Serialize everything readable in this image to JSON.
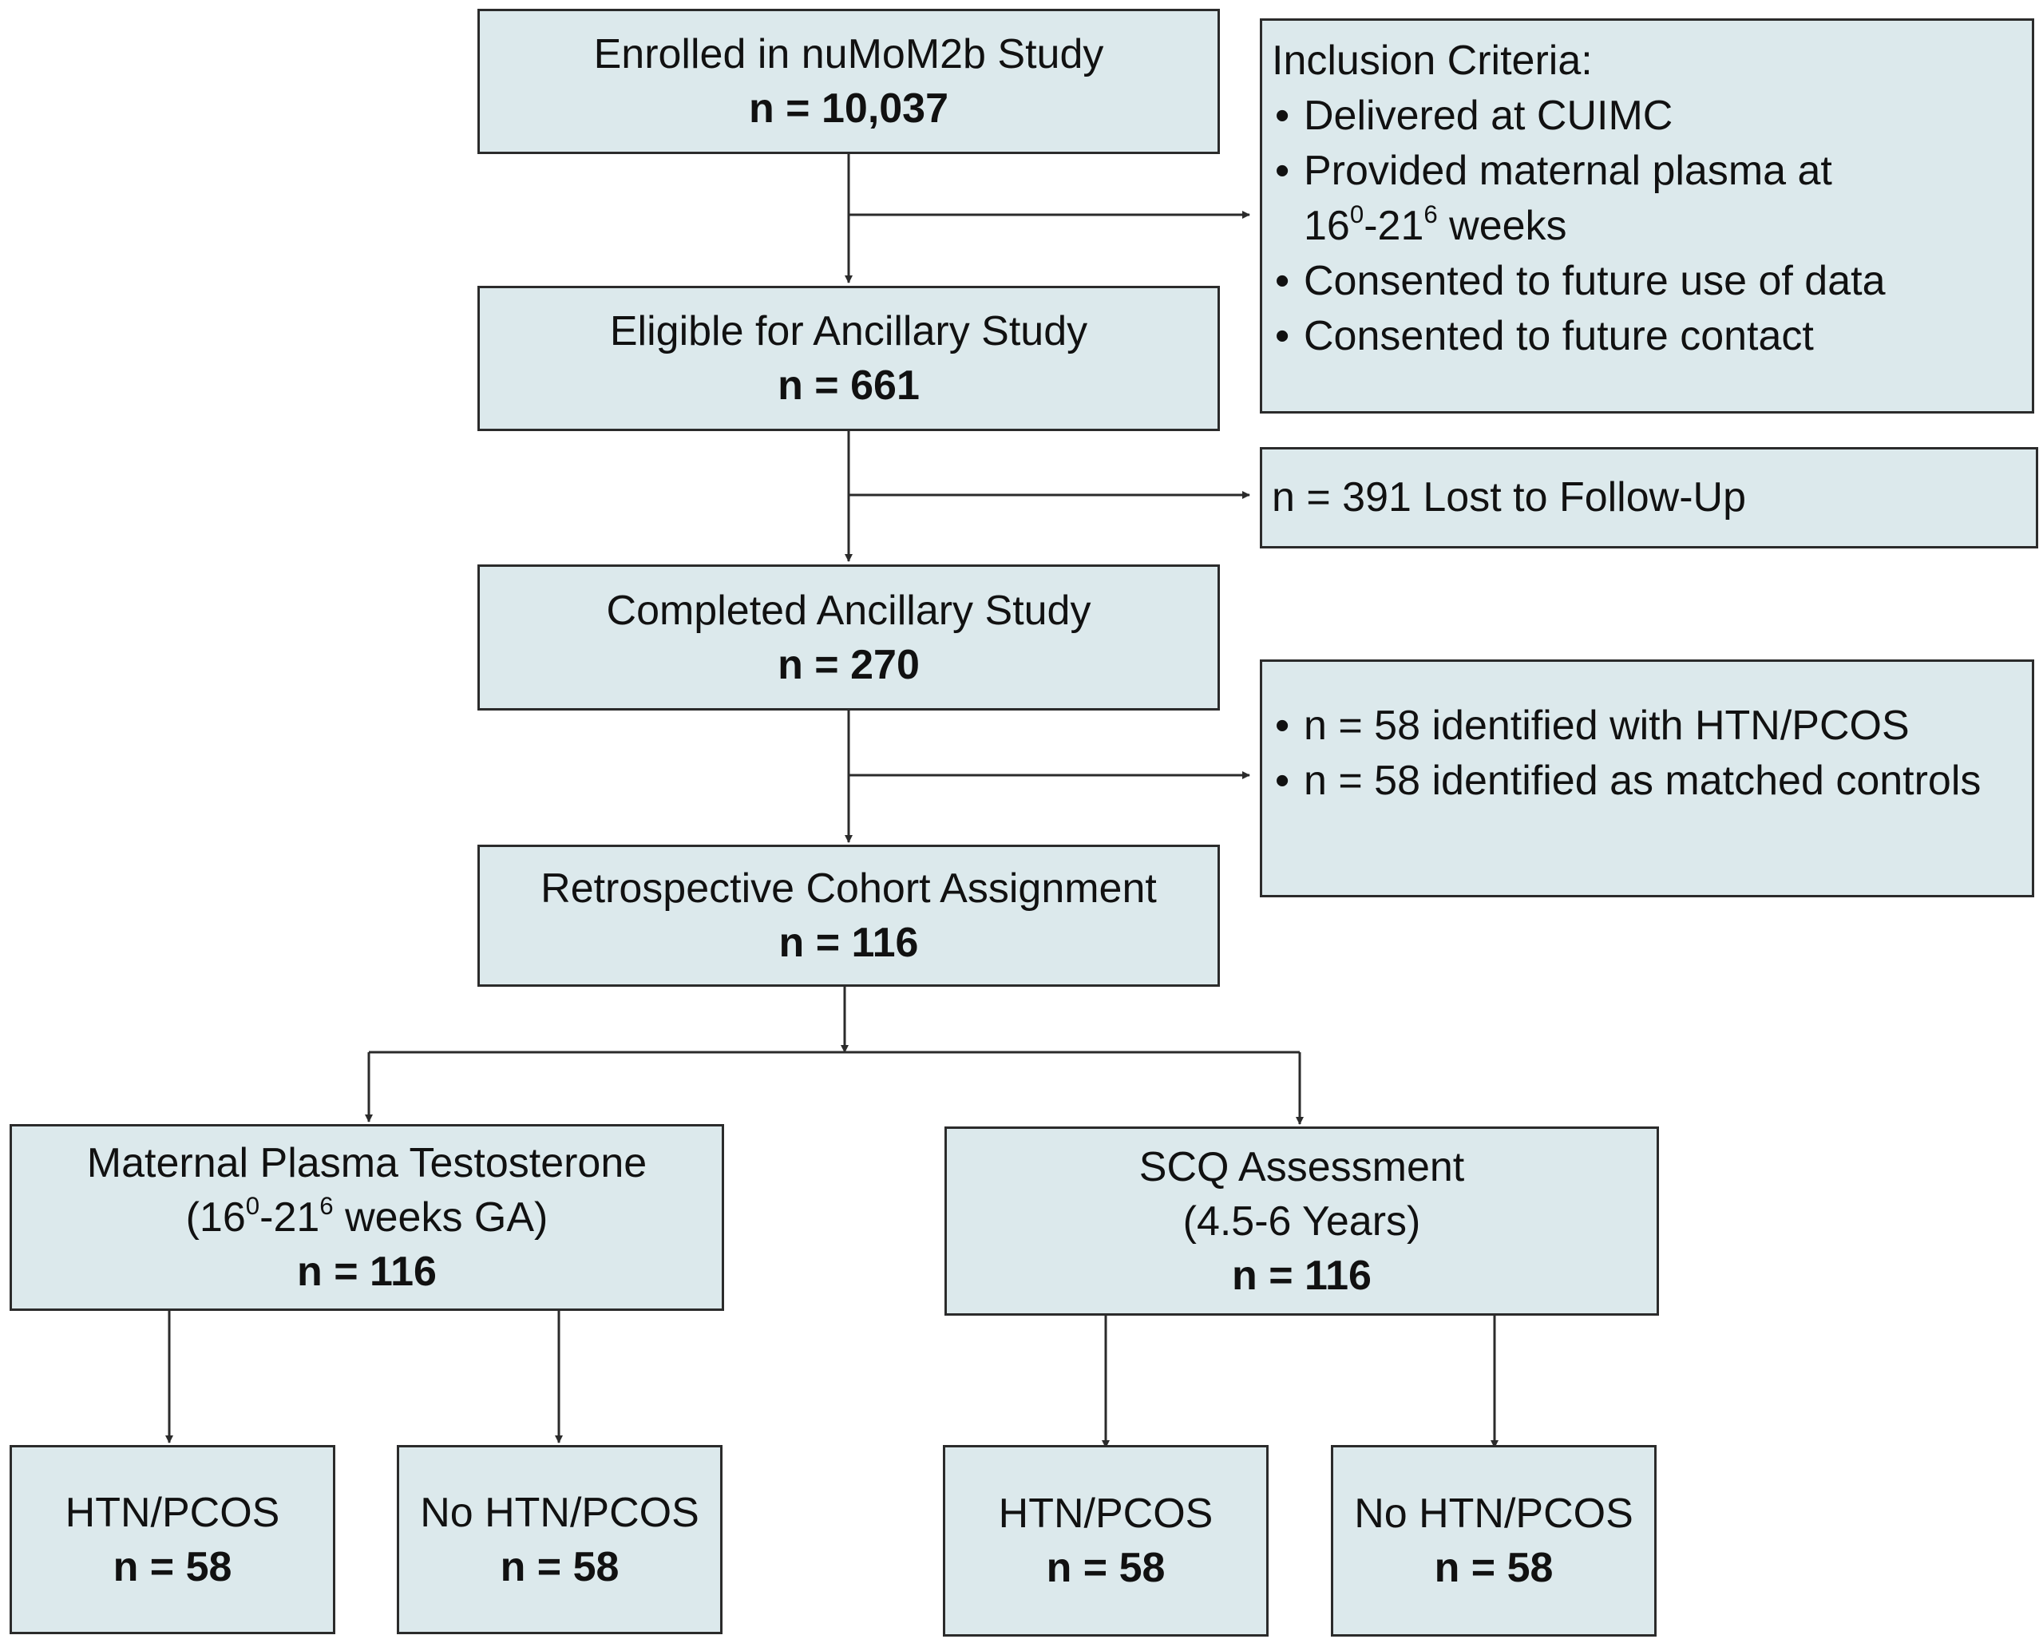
{
  "nodes": {
    "enrolled": {
      "title": "Enrolled in nuMoM2b Study",
      "n": "n = 10,037"
    },
    "eligible": {
      "title": "Eligible for Ancillary Study",
      "n": "n = 661"
    },
    "completed": {
      "title": "Completed Ancillary Study",
      "n": "n = 270"
    },
    "retro": {
      "title": "Retrospective Cohort Assignment",
      "n": "n = 116"
    },
    "testosterone": {
      "title": "Maternal Plasma Testosterone",
      "sub_a": "(16",
      "sub_sup1": "0",
      "sub_b": "-21",
      "sub_sup2": "6",
      "sub_c": " weeks GA)",
      "n": "n = 116"
    },
    "scq": {
      "title": "SCQ Assessment",
      "sub": "(4.5-6 Years)",
      "n": "n = 116"
    },
    "t_htn": {
      "title": "HTN/PCOS",
      "n": "n = 58"
    },
    "t_nohtn": {
      "title": "No HTN/PCOS",
      "n": "n = 58"
    },
    "s_htn": {
      "title": "HTN/PCOS",
      "n": "n = 58"
    },
    "s_nohtn": {
      "title": "No HTN/PCOS",
      "n": "n = 58"
    }
  },
  "inclusion": {
    "heading": "Inclusion Criteria:",
    "item1": "Delivered at CUIMC",
    "item2_a": "Provided maternal plasma at",
    "item2_b1": "16",
    "item2_sup1": "0",
    "item2_b2": "-21",
    "item2_sup2": "6",
    "item2_b3": " weeks",
    "item3": "Consented to future use of data",
    "item4": "Consented to future contact"
  },
  "lost": {
    "text": "n = 391 Lost to Follow-Up"
  },
  "identified": {
    "item1": "n = 58 identified with HTN/PCOS",
    "item2": "n = 58 identified as matched controls"
  }
}
